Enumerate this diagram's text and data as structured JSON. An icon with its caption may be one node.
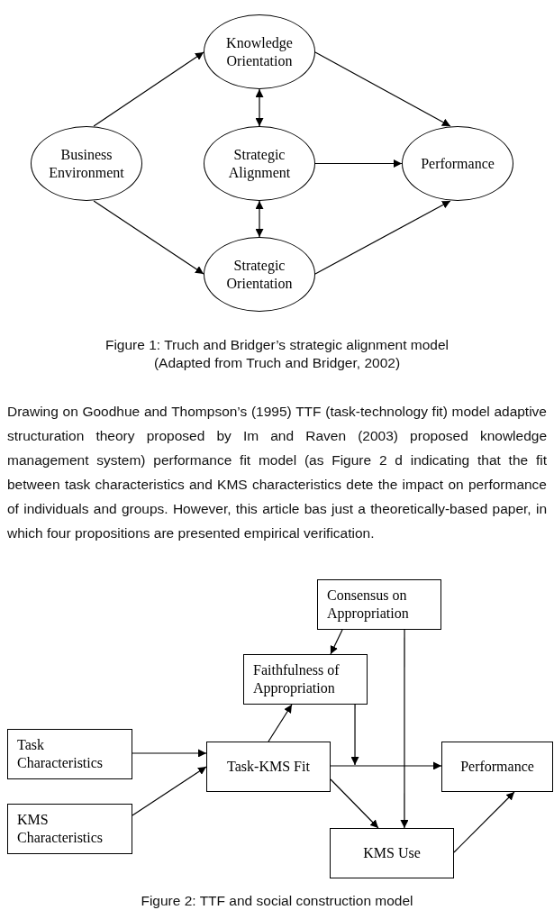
{
  "diagram": {
    "nodes": [
      {
        "text": [
          "Knowledge Orientation"
        ]
      },
      {
        "text": [
          "Business Environment"
        ]
      },
      {
        "text": [
          "Strategic Alignment"
        ]
      },
      {
        "text": [
          "Performance"
        ]
      },
      {
        "text": [
          "Strategic Orientation"
        ]
      },
      {
        "text": [
          "Consensus on Appropriation"
        ]
      },
      {
        "text": [
          "Faithfulness of Appropriation"
        ]
      },
      {
        "text": [
          "Task Characteristics"
        ]
      },
      {
        "text": [
          "Task-KMS Fit"
        ]
      },
      {
        "text": [
          "Performance"
        ]
      },
      {
        "text": [
          "KMS Characteristics"
        ]
      },
      {
        "text": [
          "KMS Use"
        ]
      }
    ],
    "edges": [
      {
        "from": 1,
        "to": 0,
        "arrow": "to"
      },
      {
        "from": 0,
        "to": 3,
        "arrow": "to"
      },
      {
        "from": 0,
        "to": 2,
        "arrow": "both"
      },
      {
        "from": 2,
        "to": 3,
        "arrow": "to"
      },
      {
        "from": 2,
        "to": 4,
        "arrow": "both"
      },
      {
        "from": 1,
        "to": 4,
        "arrow": "to"
      },
      {
        "from": 4,
        "to": 3,
        "arrow": "to"
      },
      {
        "from": 5,
        "to": 6,
        "arrow": "to"
      },
      {
        "from": 5,
        "to": 11,
        "arrow": "to"
      },
      {
        "from": 8,
        "to": 6,
        "arrow": "to"
      },
      {
        "from": 6,
        "to": null,
        "arrow": "to"
      },
      {
        "from": 7,
        "to": 8,
        "arrow": "to"
      },
      {
        "from": 10,
        "to": 8,
        "arrow": "to"
      },
      {
        "from": 8,
        "to": 9,
        "arrow": "to"
      },
      {
        "from": 8,
        "to": 11,
        "arrow": "to"
      },
      {
        "from": 11,
        "to": 9,
        "arrow": "to"
      }
    ],
    "labels": [
      "Figure 1: Truch and Bridger’s strategic alignment model",
      "(Adapted from Truch and Bridger, 2002)",
      "Drawing on Goodhue and Thompson’s (1995) TTF (task-technology fit) model adaptive structuration theory proposed by Im and Raven (2003) proposed knowledge management system) performance fit model (as Figure 2 d indicating that the fit between task characteristics and KMS characteristics dete the impact on performance of individuals and groups. However, this article bas just a theoretically-based paper, in which four propositions are presented empirical verification.",
      "Figure 2: TTF and social construction model"
    ]
  }
}
